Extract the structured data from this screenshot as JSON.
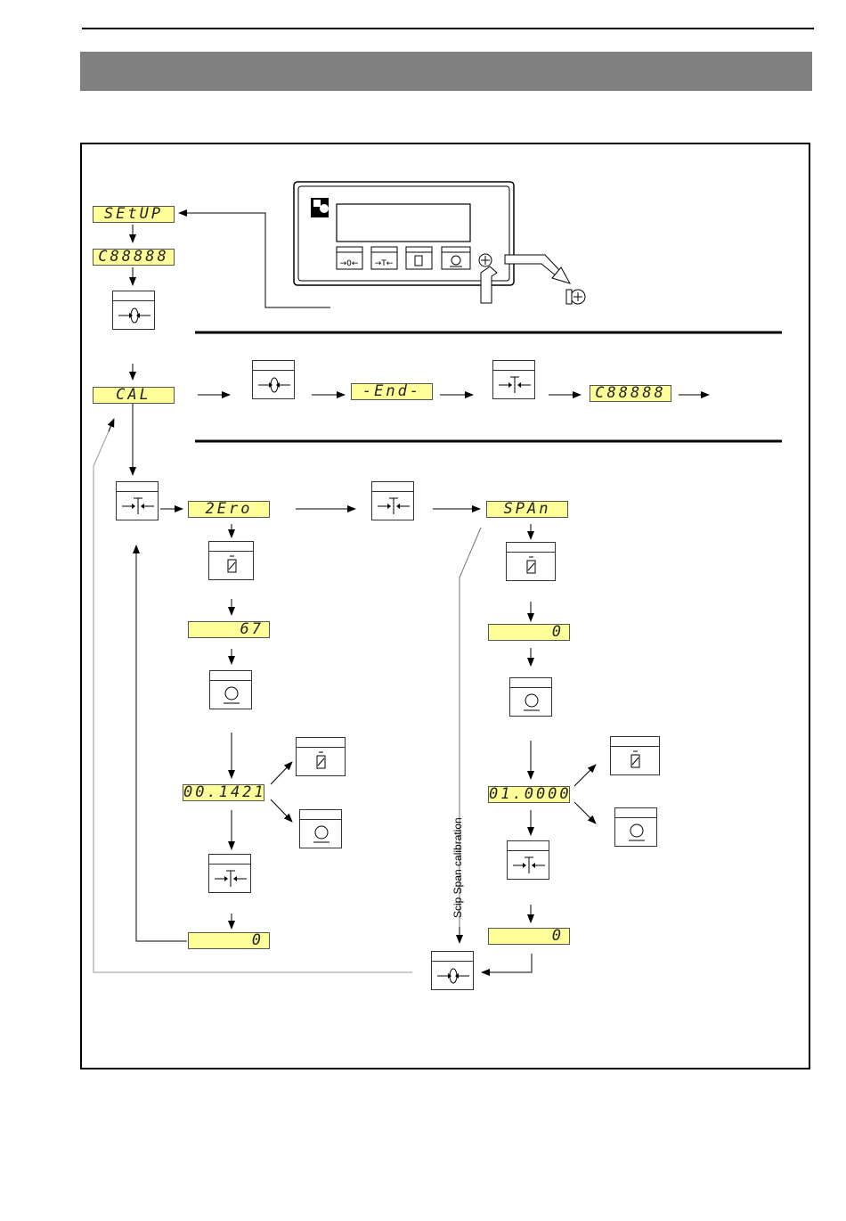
{
  "displays": {
    "setup": "SEtUP",
    "c_blank_1": "C88888",
    "cal": "CAL",
    "end": "-End-",
    "c_blank_2": "C88888",
    "zero": "2Ero",
    "zero_count": "67",
    "zero_factor": "00.1421",
    "zero_result": "0",
    "span": "SPAn",
    "span_value": "0",
    "span_factor": "01.0000",
    "span_result": "0"
  },
  "labels": {
    "skip_span": "Scip Span calibration"
  },
  "keys": {
    "zero": "zero-key",
    "tare": "tare-key",
    "weight": "weight-key",
    "enter": "enter-key"
  },
  "colors": {
    "lcd_background": "#ffff99",
    "title_bar": "#808080",
    "feedback_line": "#999999"
  }
}
